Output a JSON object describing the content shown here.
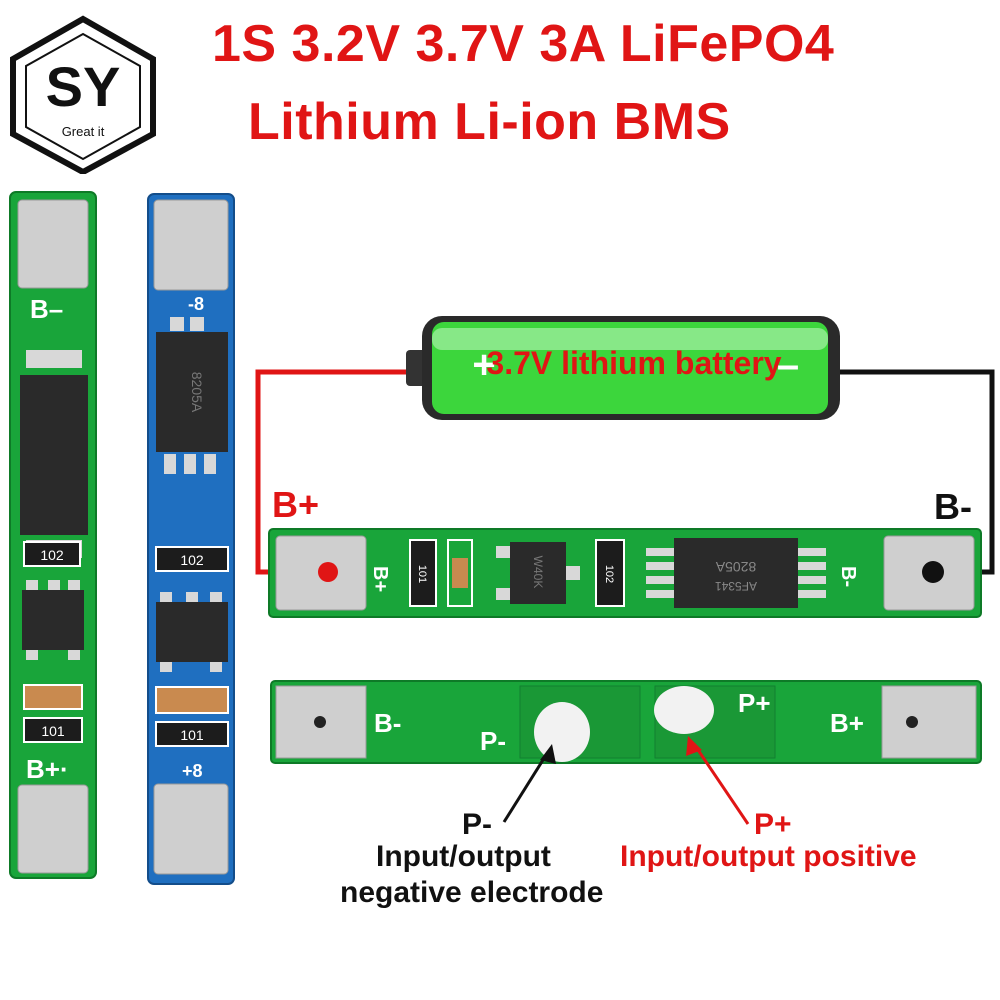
{
  "title": {
    "line1": "1S 3.2V 3.7V 3A LiFePO4",
    "line2": "Lithium Li-ion BMS"
  },
  "logo": {
    "letters": "SY",
    "tagline": "Great it"
  },
  "battery": {
    "plus": "+",
    "minus": "–",
    "label": "3.7V lithium battery"
  },
  "terminals": {
    "b_plus": "B+",
    "b_minus": "B-"
  },
  "board_front": {
    "silk_b_plus": "B+",
    "silk_b_minus": "B-",
    "resistor_1": "101",
    "resistor_2": "102",
    "chip": "8205A",
    "chip_sub": "AF5341",
    "sot": "W40K"
  },
  "board_back": {
    "silk_b_minus": "B-",
    "silk_b_plus": "B+",
    "silk_p_minus": "P-",
    "silk_p_plus": "P+"
  },
  "callouts": {
    "p_minus_title": "P-",
    "p_minus_line1": "Input/output",
    "p_minus_line2": "negative electrode",
    "p_plus_title": "P+",
    "p_plus_line1": "Input/output positive"
  },
  "vertical_boards": {
    "green": {
      "top_label": "B–",
      "bottom_label": "B+·",
      "r1": "102",
      "r2": "101"
    },
    "blue": {
      "top_label": "-8",
      "bottom_label": "+8",
      "r1": "102",
      "r2": "101",
      "chip": "8205A"
    }
  },
  "colors": {
    "title_red": "#e01515",
    "pcb_green": "#19a53a",
    "pcb_blue": "#1f6fc0",
    "pad_silver": "#c9c9c9",
    "wire_red": "#e01515",
    "wire_black": "#111111",
    "battery_green": "#3cd63c"
  }
}
